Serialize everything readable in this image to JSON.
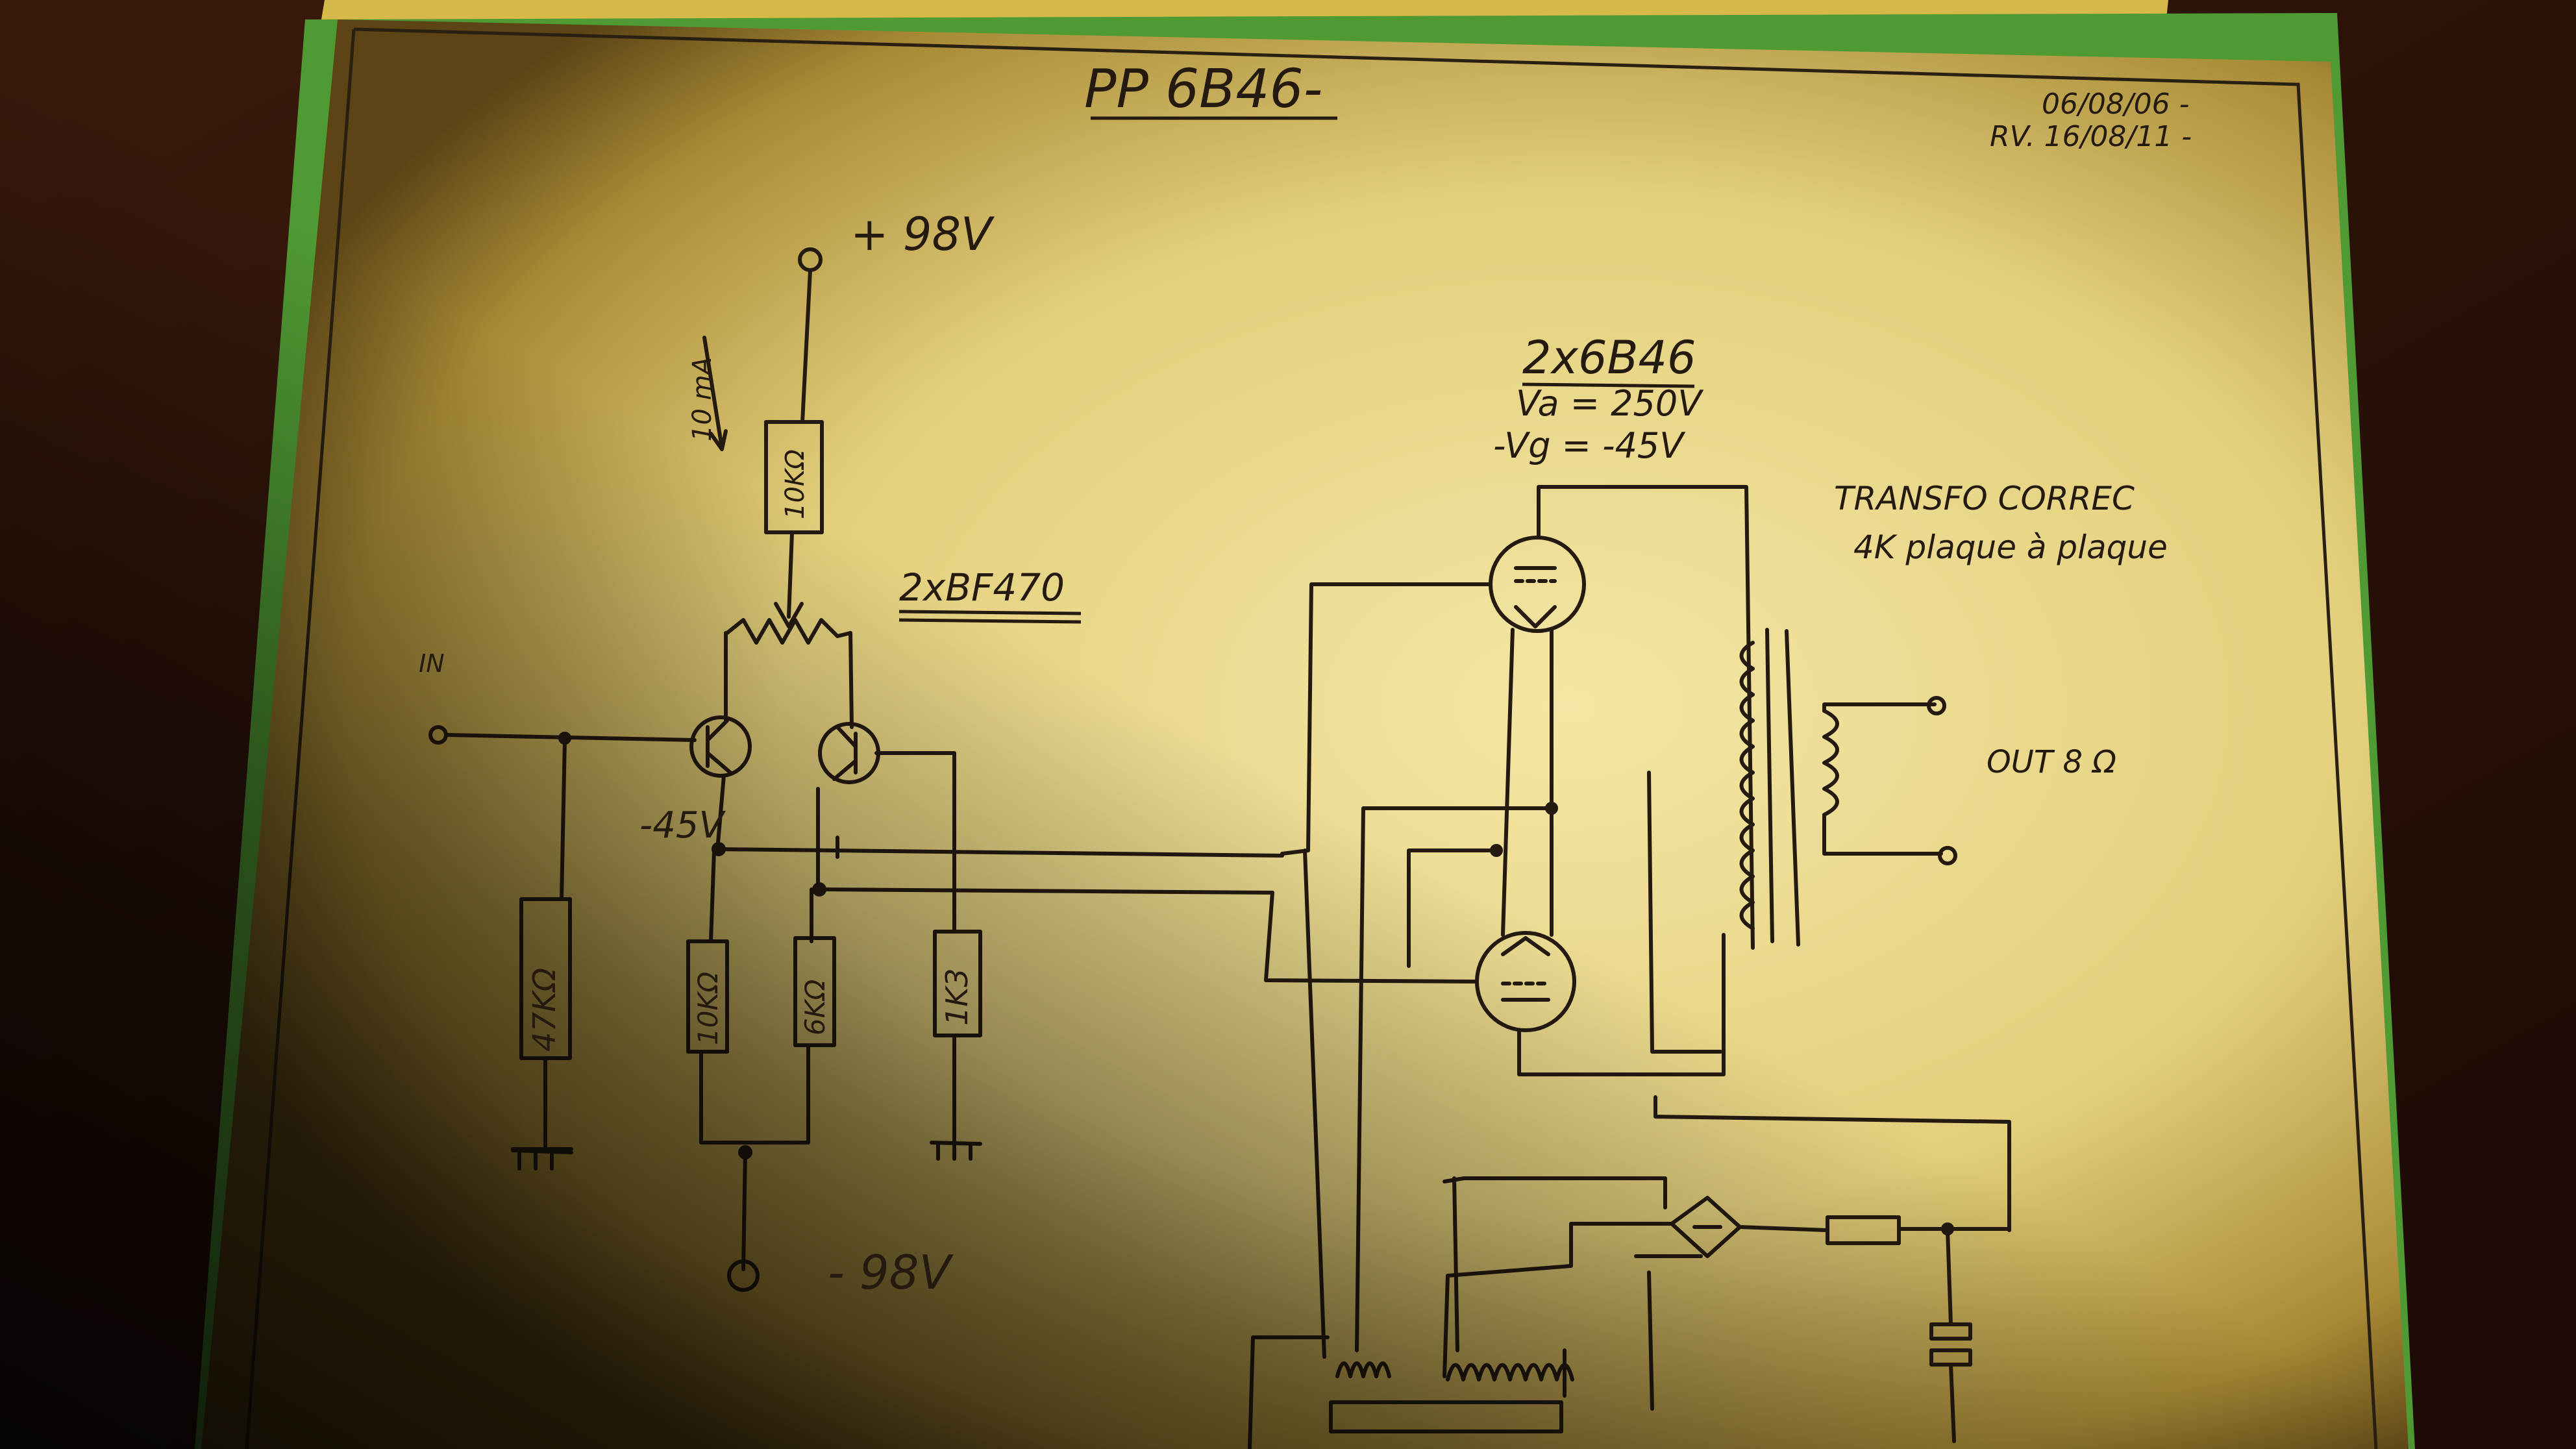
{
  "title": "PP 6B46-",
  "dates": {
    "date_1": "06/08/06 -",
    "date_2": "RV. 16/08/11 -"
  },
  "supply": {
    "plus": "+ 98V",
    "minus": "- 98V",
    "current": "10 mA",
    "resistor": "10KΩ"
  },
  "input": {
    "label": "IN",
    "bias": "-45V"
  },
  "transistors": {
    "label": "2xBF470"
  },
  "resistors": {
    "r1": "47KΩ",
    "r2": "10KΩ",
    "r3": "6KΩ",
    "r4": "1K3"
  },
  "tubes": {
    "label": "2x6B46",
    "va": "Va = 250V",
    "vg": "-Vg = -45V"
  },
  "transformer": {
    "line1": "TRANSFO CORREC",
    "line2": "4K plaque à plaque"
  },
  "output": {
    "label": "OUT 8 Ω"
  },
  "colors": {
    "paper": "#e9d98e",
    "ink": "#241a10",
    "background": "#2a120a",
    "green_folder": "#5fae3c"
  }
}
